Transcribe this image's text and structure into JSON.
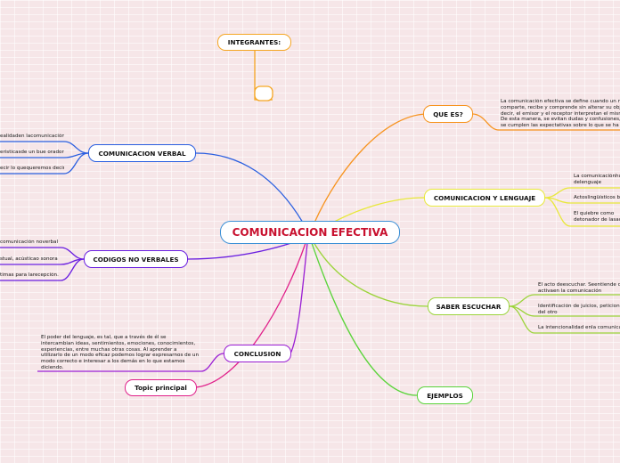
{
  "central": {
    "label": "COMUNICACION EFECTIVA"
  },
  "colors": {
    "central_border": "#3a8fd6",
    "central_text": "#c8102e",
    "integrantes": "#f5a623",
    "que_es": "#f7931e",
    "lenguaje": "#e8e83a",
    "escuchar": "#9bd43a",
    "ejemplos": "#5ad43a",
    "verbal": "#2a5fe0",
    "no_verbales": "#6a1ee0",
    "conclusion": "#9a1ed4",
    "topic": "#e0208a"
  },
  "topics": {
    "integrantes": {
      "label": "INTEGRANTES:"
    },
    "que_es": {
      "label": "QUE ES?"
    },
    "lenguaje": {
      "label": "COMUNICACION Y LENGUAJE"
    },
    "escuchar": {
      "label": "SABER ESCUCHAR"
    },
    "ejemplos": {
      "label": "EJEMPLOS"
    },
    "verbal": {
      "label": "COMUNICACION VERBAL"
    },
    "no_verbales": {
      "label": "CODIGOS NO VERBALES"
    },
    "conclusion": {
      "label": "CONCLUSION"
    },
    "topic_principal": {
      "label": "Topic principal"
    }
  },
  "leaves": {
    "que_es": [
      "La comunicación efectiva se define cuando un m",
      "comparte, recibe y comprende sin alterar su obj",
      "decir, el emisor y el receptor interpretan el mism",
      "De esta manera, se evitan dudas y confusiones,",
      "se cumplen las expectativas sobre lo que se ha t"
    ],
    "lenguaje": [
      [
        "La comunicaciónhu",
        "delenguaje"
      ],
      [
        "Actoslingüísticos bá"
      ],
      [
        "El quiebre como",
        "detonador de lasac"
      ]
    ],
    "escuchar": [
      [
        "El acto deescuchar. Seentiende co",
        "activaen la comunicación"
      ],
      [
        "Identificación de juicios, peticiones",
        "del otro"
      ],
      [
        "La intencionalidad enla comunicac"
      ]
    ],
    "verbal": [
      "ealidaden lacomunicación",
      "eristicasde un bue orador",
      "ecir lo quequeremos decir"
    ],
    "no_verbales": [
      "comunicación noverbal",
      "stual, acústicao sonora",
      "timas para larecepción."
    ],
    "conclusion": [
      "El poder del lenguaje, es tal, que a través de él se",
      "intercambian ideas, sentimientos, emociones, conocimientos,",
      "experiencias, entre muchas otras cosas. Al aprender a",
      "utilizarlo de un modo eficaz podemos lograr expresarnos de un",
      "modo correcto e interesar a los demás en lo que estamos",
      "diciendo."
    ]
  }
}
